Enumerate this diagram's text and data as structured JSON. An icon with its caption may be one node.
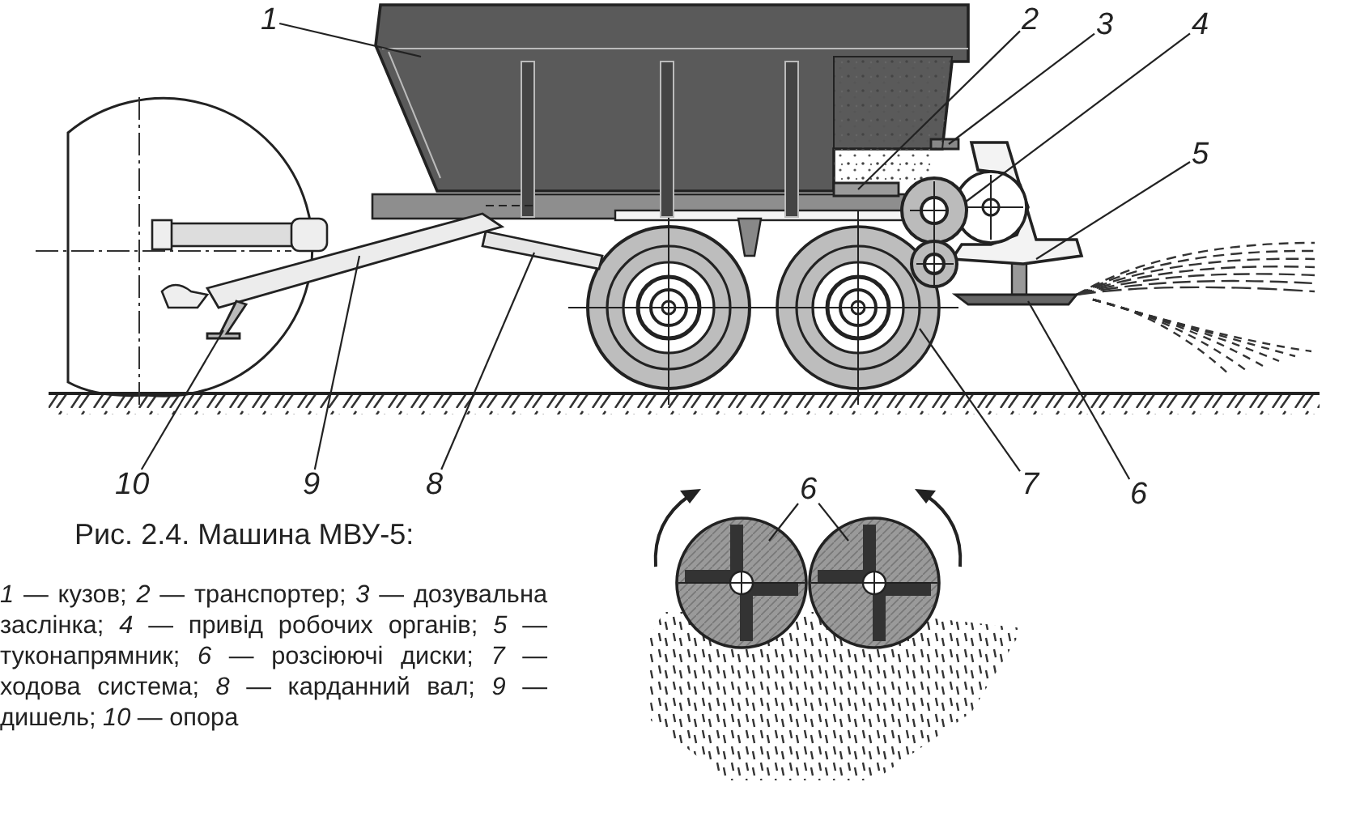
{
  "diagram": {
    "caption": "Рис. 2.4. Машина МВУ-5:",
    "nodes": [
      {
        "text": [
          "1"
        ]
      },
      {
        "text": [
          "2"
        ]
      },
      {
        "text": [
          "3"
        ]
      },
      {
        "text": [
          "4"
        ]
      },
      {
        "text": [
          "5"
        ]
      },
      {
        "text": [
          "6"
        ]
      },
      {
        "text": [
          "7"
        ]
      },
      {
        "text": [
          "8"
        ]
      },
      {
        "text": [
          "9"
        ]
      },
      {
        "text": [
          "10"
        ]
      },
      {
        "text": [
          "6"
        ]
      },
      {
        "text": [],
        "shape": "box"
      },
      {
        "text": [],
        "shape": "bar"
      },
      {
        "text": [],
        "shape": "bar"
      },
      {
        "text": [],
        "shape": "circle"
      },
      {
        "text": [],
        "shape": "box"
      },
      {
        "text": [],
        "shape": "bar"
      },
      {
        "text": [],
        "shape": "circle"
      },
      {
        "text": [],
        "shape": "bar"
      },
      {
        "text": [],
        "shape": "bar"
      },
      {
        "text": [],
        "shape": "bar"
      },
      {
        "text": [],
        "shape": "circle"
      },
      {
        "text": [],
        "shape": "circle"
      }
    ],
    "edges": [
      {
        "from": 0,
        "to": 11,
        "arrow": "none"
      },
      {
        "from": 1,
        "to": 12,
        "arrow": "none"
      },
      {
        "from": 2,
        "to": 13,
        "arrow": "none"
      },
      {
        "from": 3,
        "to": 14,
        "arrow": "none"
      },
      {
        "from": 4,
        "to": 15,
        "arrow": "none"
      },
      {
        "from": 5,
        "to": 16,
        "arrow": "none"
      },
      {
        "from": 6,
        "to": 17,
        "arrow": "none"
      },
      {
        "from": 7,
        "to": 18,
        "arrow": "none"
      },
      {
        "from": 8,
        "to": 19,
        "arrow": "none"
      },
      {
        "from": 9,
        "to": 20,
        "arrow": "none"
      },
      {
        "from": 10,
        "to": 21,
        "arrow": "none"
      },
      {
        "from": 10,
        "to": 22,
        "arrow": "none"
      }
    ],
    "labels": [
      "*1* — кузов; *2* — транспортер; *3* — дозувальна заслінка; *4* — привід робочих органів; *5* — туконапрямник; *6* — розсіюючі диски; *7* — ходова система; *8* — карданний вал; *9* — дишель; *10* — опора"
    ]
  }
}
